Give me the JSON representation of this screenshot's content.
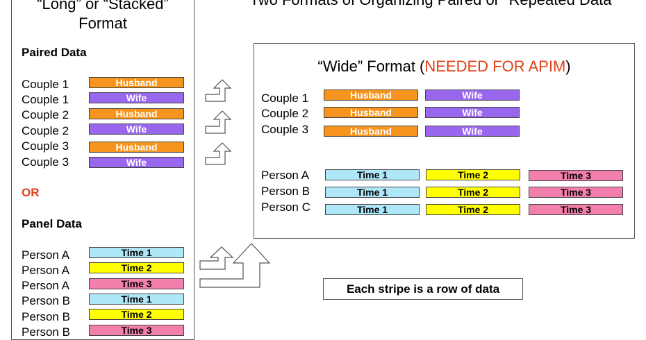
{
  "left": {
    "title_line1": "“Long” or “Stacked”",
    "title_line2": "Format",
    "paired_heading": "Paired Data",
    "paired_rows": [
      {
        "label": "Couple 1",
        "stripe": "Husband",
        "color": "#f7941d"
      },
      {
        "label": "Couple 1",
        "stripe": "Wife",
        "color": "#9966ee"
      },
      {
        "label": "Couple 2",
        "stripe": "Husband",
        "color": "#f7941d"
      },
      {
        "label": "Couple 2",
        "stripe": "Wife",
        "color": "#9966ee"
      },
      {
        "label": "Couple 3",
        "stripe": "Husband",
        "color": "#f7941d"
      },
      {
        "label": "Couple 3",
        "stripe": "Wife",
        "color": "#9966ee"
      }
    ],
    "or_label": "OR",
    "panel_heading": "Panel Data",
    "panel_rows": [
      {
        "label": "Person A",
        "stripe": "Time 1",
        "color": "#aee7f8"
      },
      {
        "label": "Person A",
        "stripe": "Time 2",
        "color": "#ffff00"
      },
      {
        "label": "Person A",
        "stripe": "Time 3",
        "color": "#f37fac"
      },
      {
        "label": "Person B",
        "stripe": "Time 1",
        "color": "#aee7f8"
      },
      {
        "label": "Person B",
        "stripe": "Time 2",
        "color": "#ffff00"
      },
      {
        "label": "Person B",
        "stripe": "Time 3",
        "color": "#f37fac"
      }
    ]
  },
  "main_title": "Two Formats of Organizing Paired or “Repeated Data",
  "wide": {
    "title_prefix": "“Wide” Format (",
    "title_highlight": "NEEDED FOR APIM",
    "title_suffix": ")",
    "highlight_color": "#e0401a",
    "couples": [
      {
        "label": "Couple 1",
        "husband": "Husband",
        "wife": "Wife"
      },
      {
        "label": "Couple 2",
        "husband": "Husband",
        "wife": "Wife"
      },
      {
        "label": "Couple 3",
        "husband": "Husband",
        "wife": "Wife"
      }
    ],
    "persons": [
      {
        "label": "Person A",
        "t1": "Time 1",
        "t2": "Time 2",
        "t3": "Time 3"
      },
      {
        "label": "Person B",
        "t1": "Time 1",
        "t2": "Time 2",
        "t3": "Time 3"
      },
      {
        "label": "Person C",
        "t1": "Time 1",
        "t2": "Time 2",
        "t3": "Time 3"
      }
    ]
  },
  "note": "Each stripe is a row of data"
}
